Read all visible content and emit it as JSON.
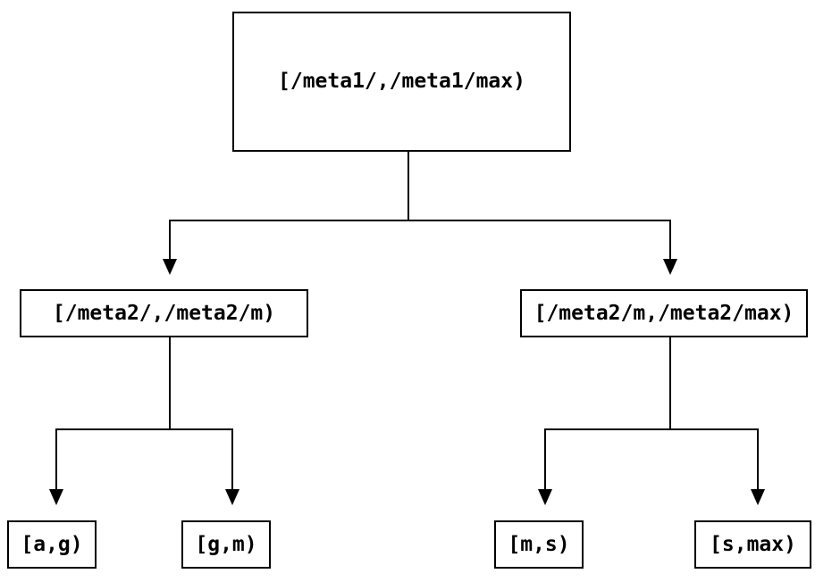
{
  "diagram": {
    "type": "tree",
    "description": "Range partition tree",
    "colors": {
      "background": "#ffffff",
      "line": "#000000",
      "box_border": "#000000",
      "text": "#000000"
    },
    "nodes": {
      "root": {
        "label": "[/meta1/,/meta1/max)"
      },
      "mid_left": {
        "label": "[/meta2/,/meta2/m)"
      },
      "mid_right": {
        "label": "[/meta2/m,/meta2/max)"
      },
      "leaf_ag": {
        "label": "[a,g)"
      },
      "leaf_gm": {
        "label": "[g,m)"
      },
      "leaf_ms": {
        "label": "[m,s)"
      },
      "leaf_smax": {
        "label": "[s,max)"
      }
    },
    "edges": [
      {
        "from": "root",
        "to": "mid_left"
      },
      {
        "from": "root",
        "to": "mid_right"
      },
      {
        "from": "mid_left",
        "to": "leaf_ag"
      },
      {
        "from": "mid_left",
        "to": "leaf_gm"
      },
      {
        "from": "mid_right",
        "to": "leaf_ms"
      },
      {
        "from": "mid_right",
        "to": "leaf_smax"
      }
    ]
  }
}
